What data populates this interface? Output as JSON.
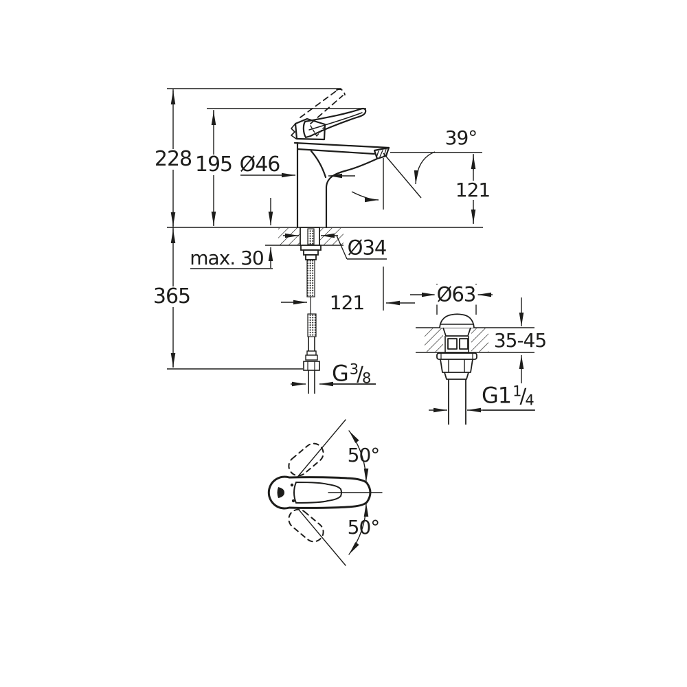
{
  "drawing": {
    "type": "faucet-technical-dimension-drawing",
    "labels": {
      "height_total": "228",
      "height_lever_closed": "195",
      "body_diameter": "Ø46",
      "spout_angle": "39°",
      "spout_outlet_height": "121",
      "counter_thickness_max": "max. 30",
      "depth_below_counter": "365",
      "mounting_hole_diameter": "Ø34",
      "spout_reach": "121",
      "supply_thread": {
        "base": "G",
        "sup": "3",
        "slash": "/",
        "den": "8"
      },
      "drain_flange_diameter": "Ø63",
      "drain_counter_thickness_range": "35-45",
      "drain_thread": {
        "base": "G1",
        "sup": "1",
        "slash": "/",
        "den": "4"
      },
      "handle_swivel_upper": "50°",
      "handle_swivel_lower": "50°"
    },
    "colors": {
      "line": "#1d1d1b",
      "background": "#ffffff"
    }
  }
}
